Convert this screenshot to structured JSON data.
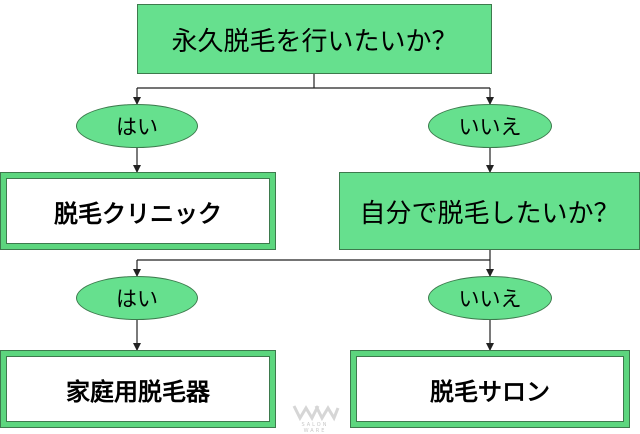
{
  "question_1": "永久脱毛を行いたいか？",
  "question_2": "自分で脱毛したいか？",
  "branch_yes": "はい",
  "branch_no": "いいえ",
  "result_clinic": "脱毛クリニック",
  "result_home_device": "家庭用脱毛器",
  "result_salon": "脱毛サロン",
  "watermark_text": "SALON WARE",
  "colors": {
    "box_fill": "#66e08e",
    "border": "#3d7a4d",
    "result_frame": "#5cd67e"
  }
}
